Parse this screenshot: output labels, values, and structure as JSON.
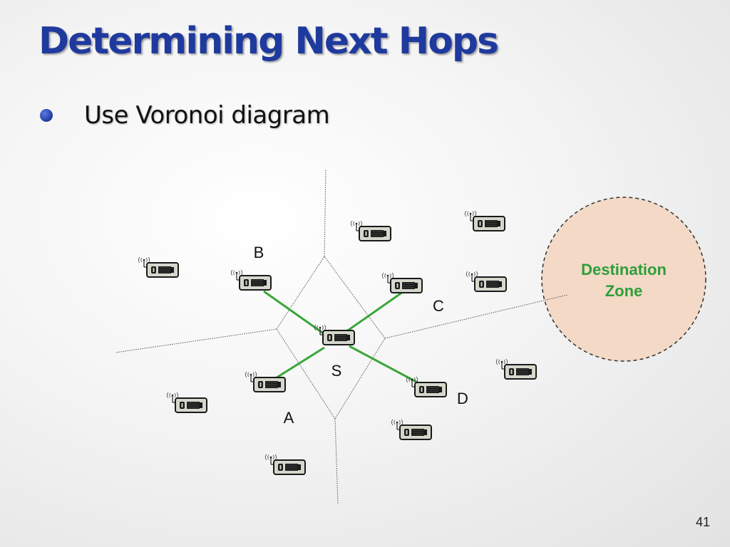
{
  "slide": {
    "title": "Determining Next Hops",
    "bullet": "Use Voronoi diagram",
    "page_number": "41"
  },
  "diagram": {
    "zone": {
      "line1": "Destination",
      "line2": "Zone",
      "fill": "#f3d9c6",
      "text_color": "#2e9e3a"
    },
    "labels": {
      "b": "B",
      "c": "C",
      "s": "S",
      "d": "D",
      "a": "A"
    },
    "link_color": "#3aa63a",
    "node_icon": "wireless-sensor-node-icon"
  }
}
